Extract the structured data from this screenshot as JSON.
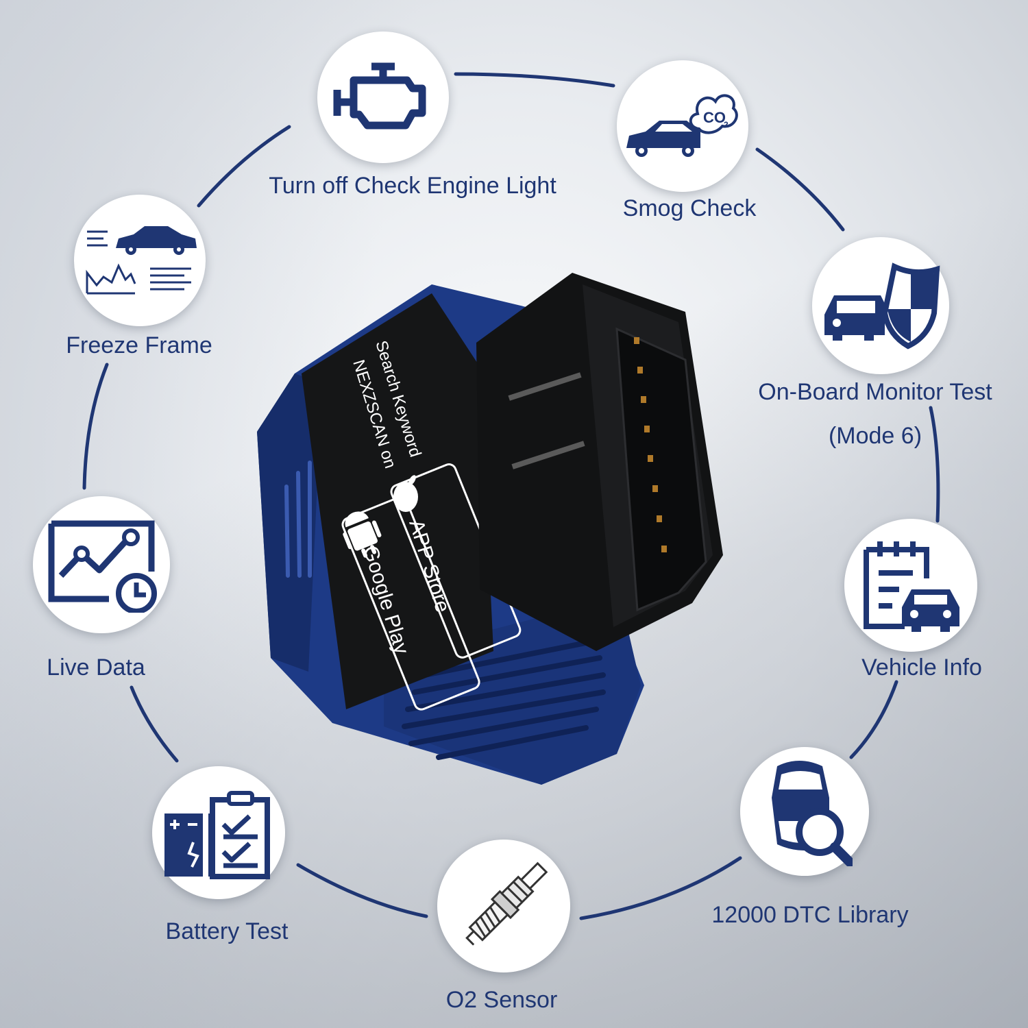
{
  "features": {
    "engine_light": "Turn off Check Engine Light",
    "smog_check": "Smog Check",
    "co2_badge": "CO",
    "co2_subscript": "2",
    "freeze_frame": "Freeze Frame",
    "monitor_test_line1": "On-Board Monitor Test",
    "monitor_test_line2": "(Mode 6)",
    "live_data": "Live Data",
    "vehicle_info": "Vehicle Info",
    "battery_test": "Battery Test",
    "dtc_library": "12000 DTC Library",
    "o2_sensor": "O2 Sensor"
  },
  "device": {
    "line1": "Search Keyword",
    "line2": "NEXZSCAN on",
    "store1": "APP Store",
    "store2": "Google Play"
  },
  "colors": {
    "accent_navy": "#1f3673",
    "device_blue": "#1d3a86",
    "connector_black": "#121314"
  },
  "icons": [
    "engine-icon",
    "car-exhaust-icon",
    "freeze-frame-icon",
    "car-shield-icon",
    "live-data-chart-icon",
    "vehicle-info-icon",
    "battery-checklist-icon",
    "car-search-icon",
    "spark-plug-icon",
    "apple-icon",
    "android-icon"
  ]
}
